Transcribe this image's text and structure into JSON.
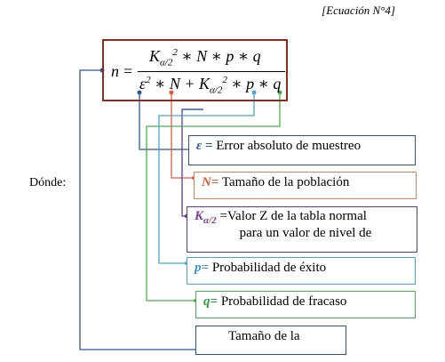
{
  "equation_ref": "[Ecuación N°4]",
  "donde_label": "Dónde:",
  "formula": {
    "n": "n",
    "equals": "=",
    "K": "K",
    "k_sub": "α/2",
    "sq": "2",
    "num_rest": " ∗ N ∗ p ∗ q",
    "eps": "ε",
    "den_mid": " ∗ N + ",
    "den_rest": " ∗ p ∗ q"
  },
  "definitions": {
    "epsilon": {
      "symbol": "ε =",
      "text": " Error absoluto de muestreo",
      "color": "#2f5597"
    },
    "N": {
      "symbol": "N=",
      "text": " Tamaño de la población",
      "color": "#e05a3a"
    },
    "K": {
      "symbol": "K",
      "sub": "α/2",
      "text_line1": " =Valor Z de la tabla normal",
      "text_line2": "para un valor de nivel de",
      "color": "#7a3fa0"
    },
    "p": {
      "symbol": "p=",
      "text": " Probabilidad de éxito",
      "color": "#3a98cc"
    },
    "q": {
      "symbol": "q=",
      "text": " Probabilidad de fracaso",
      "color": "#2e9e44"
    },
    "n": {
      "text": "Tamaño de la"
    }
  }
}
